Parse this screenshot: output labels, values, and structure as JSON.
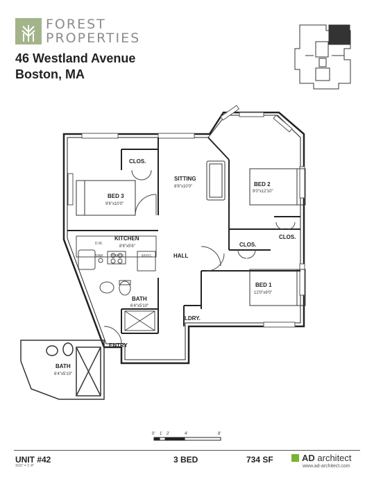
{
  "brand": {
    "line1": "FOREST",
    "line2": "PROPERTIES",
    "color": "#a3b48a"
  },
  "address": {
    "line1": "46 Westland Avenue",
    "line2": "Boston, MA"
  },
  "rooms": {
    "clos_1": "CLOS.",
    "sitting": "SITTING",
    "sitting_dim": "8'8\"x10'0\"",
    "bed3": "BED 3",
    "bed3_dim": "9'6\"x10'0\"",
    "bed2": "BED 2",
    "bed2_dim": "9'0\"x12'10\"",
    "kitchen": "KITCHEN",
    "kitchen_dim": "8'8\"x5'6\"",
    "clos_2": "CLOS.",
    "clos_3": "CLOS.",
    "hall": "HALL",
    "bed1": "BED 1",
    "bed1_dim": "12'0\"x9'0\"",
    "bath": "BATH",
    "bath_dim": "6'4\"x5'10\"",
    "laundry": "LDRY.",
    "entry": "ENTRY",
    "bath_alt": "BATH",
    "bath_alt_dim": "6'4\"x5'10\""
  },
  "appliances": {
    "dw": "D.W.",
    "sink": "SINK",
    "range": "RANGE",
    "refg": "REFG."
  },
  "scale_bar": {
    "ticks": [
      "0'",
      "1'",
      "2'",
      "4'",
      "8'"
    ]
  },
  "footer": {
    "unit": "UNIT #42",
    "scale_note": "3/16\" = 1'-0\"",
    "beds": "3 BED",
    "area": "734 SF",
    "architect_ad": "AD",
    "architect_rest": " architect",
    "website": "www.ad-architect.com",
    "accent": "#7ab32e"
  }
}
